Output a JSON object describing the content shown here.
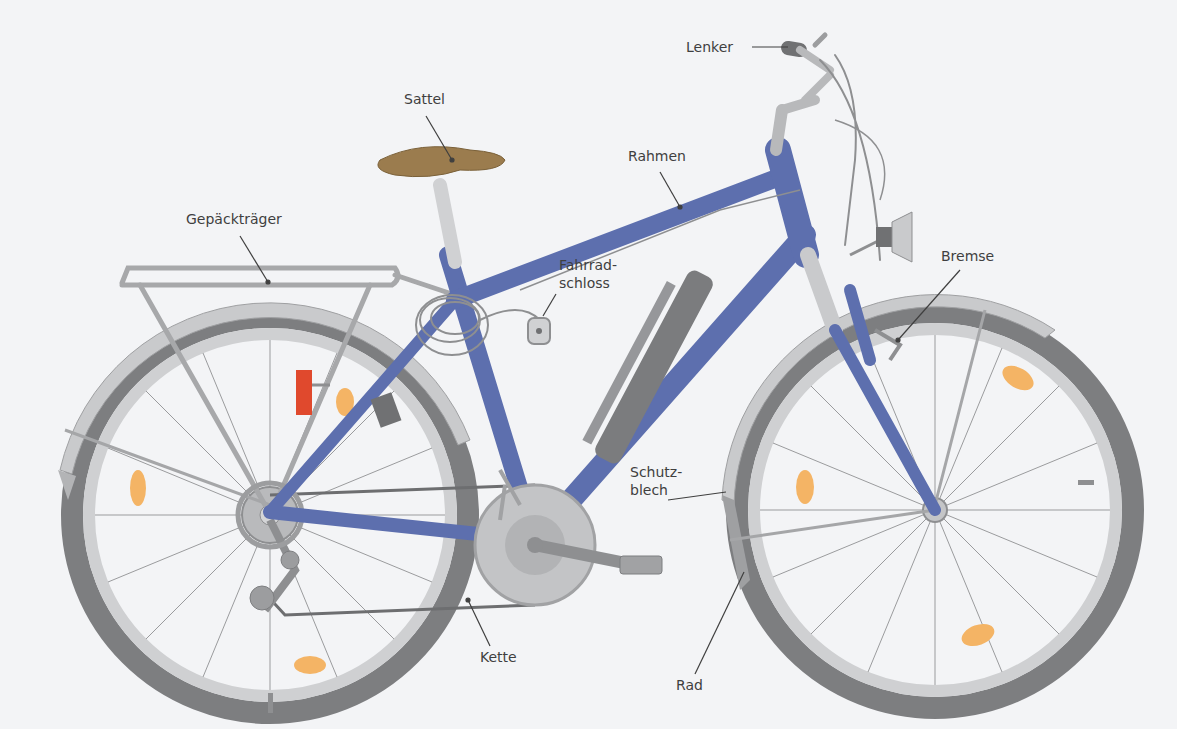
{
  "diagram": {
    "labels": [
      "Lenker",
      "Sattel",
      "Rahmen",
      "Gepäckträger",
      "Fahrrad- schloss",
      "Bremse",
      "Schutz- blech",
      "Kette",
      "Rad"
    ]
  }
}
